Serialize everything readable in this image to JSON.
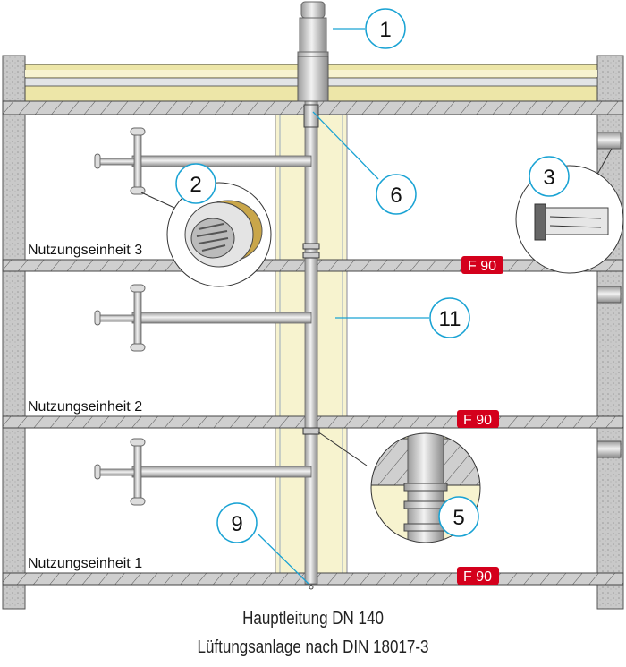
{
  "units": [
    "Nutzungseinheit 3",
    "Nutzungseinheit 2",
    "Nutzungseinheit 1"
  ],
  "fire_rating": "F 90",
  "callouts": {
    "c1": "1",
    "c2": "2",
    "c3": "3",
    "c5": "5",
    "c6": "6",
    "c9": "9",
    "c11": "11"
  },
  "caption": {
    "line1": "Hauptleitung DN 140",
    "line2": "Lüftungsanlage nach DIN 18017-3"
  },
  "colors": {
    "callout": "#1aa3d4",
    "badge": "#d4001c",
    "insulation": "#f7f3cf",
    "concrete": "#c8c8c8"
  }
}
